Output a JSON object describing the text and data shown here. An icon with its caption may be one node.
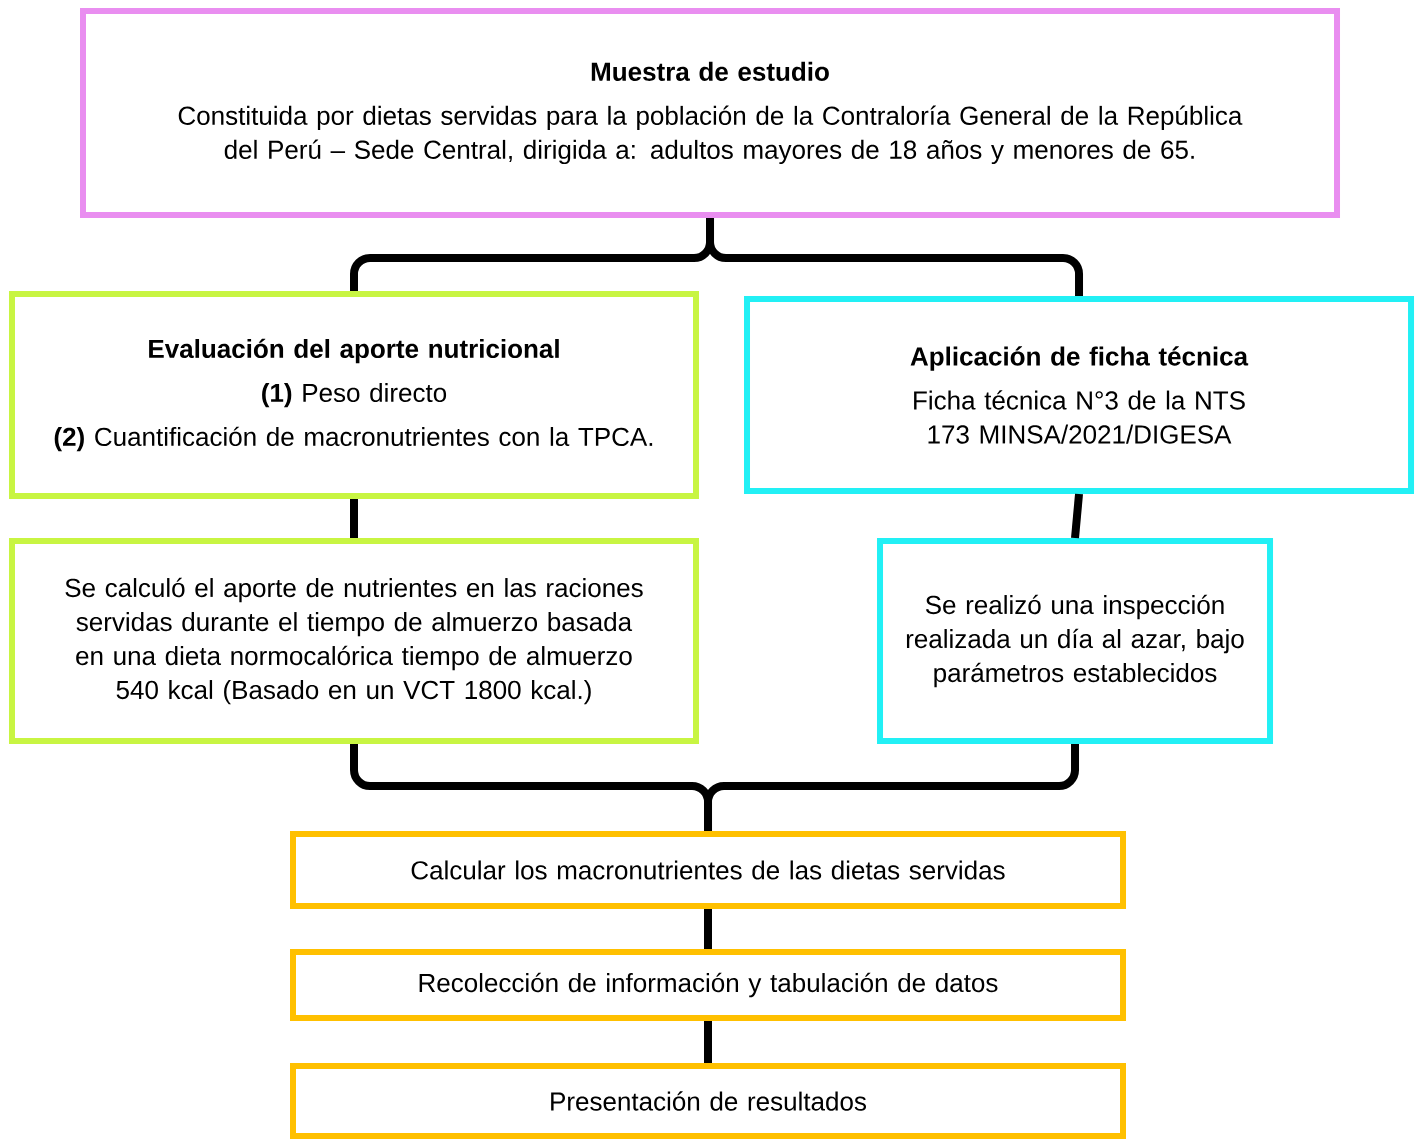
{
  "diagram": {
    "nodes": [
      {
        "text": [
          "Muestra de estudio",
          "Constituida por dietas servidas para la población de la Contraloría General de la República del Perú – Sede Central, dirigida a: adultos mayores de 18 años y menores de 65."
        ]
      },
      {
        "text": [
          "Evaluación del aporte nutricional",
          "**(1)** Peso directo",
          "**(2)** Cuantificación de macronutrientes con la TPCA."
        ]
      },
      {
        "text": [
          "Aplicación de ficha técnica",
          "Ficha técnica N°3 de la NTS 173 MINSA/2021/DIGESA"
        ]
      },
      {
        "text": [
          "Se calculó el aporte de nutrientes en las raciones servidas durante el tiempo de almuerzo basada en una dieta normocalórica tiempo de almuerzo 540 kcal (Basado en un VCT 1800 kcal.)"
        ]
      },
      {
        "text": [
          "Se realizó una inspección realizada un día al azar, bajo parámetros establecidos"
        ]
      },
      {
        "text": [
          "Calcular los macronutrientes de las dietas servidas"
        ]
      },
      {
        "text": [
          "Recolección de información y tabulación de datos"
        ]
      },
      {
        "text": [
          "Presentación de resultados"
        ]
      }
    ],
    "edges": [
      {
        "from": 0,
        "to": 1,
        "arrow": "none"
      },
      {
        "from": 0,
        "to": 2,
        "arrow": "none"
      },
      {
        "from": 1,
        "to": 3,
        "arrow": "none"
      },
      {
        "from": 2,
        "to": 4,
        "arrow": "none"
      },
      {
        "from": 3,
        "to": 5,
        "arrow": "none"
      },
      {
        "from": 4,
        "to": 5,
        "arrow": "none"
      },
      {
        "from": 5,
        "to": 6,
        "arrow": "none"
      },
      {
        "from": 6,
        "to": 7,
        "arrow": "none"
      }
    ]
  }
}
